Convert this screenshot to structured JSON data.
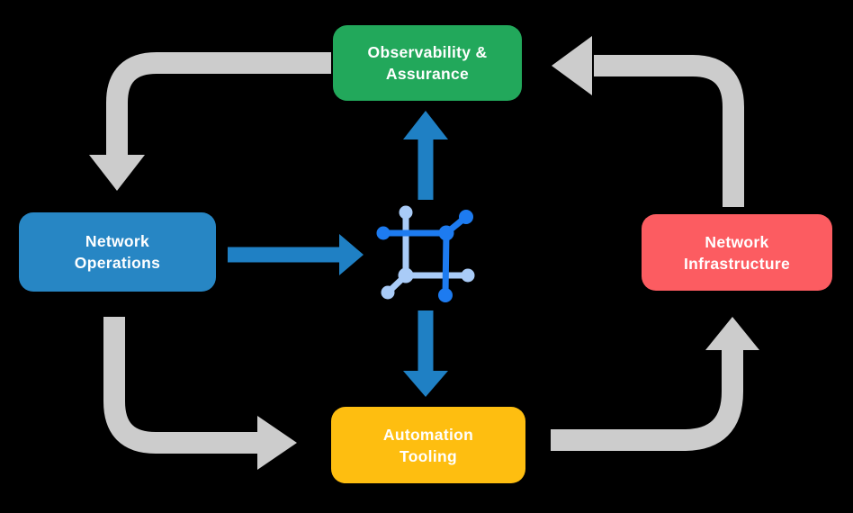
{
  "colors": {
    "background": "#000000",
    "text": "#FFFFFF",
    "arrow_gray": "#CCCCCC",
    "arrow_blue": "#1F80C4",
    "icon_dark_blue": "#1D7BF0",
    "icon_light_blue": "#A9CBF7",
    "node_green": "#22A85B",
    "node_blue": "#2786C4",
    "node_red": "#FC5C61",
    "node_yellow": "#FEBE10"
  },
  "diagram": {
    "nodes": [
      {
        "id": "observability-assurance",
        "lines": [
          "Observability &",
          "Assurance"
        ]
      },
      {
        "id": "network-operations",
        "lines": [
          "Network",
          "Operations"
        ]
      },
      {
        "id": "network-infrastructure",
        "lines": [
          "Network",
          "Infrastructure"
        ]
      },
      {
        "id": "automation-tooling",
        "lines": [
          "Automation",
          "Tooling"
        ]
      }
    ],
    "center_icon": "network-automation-icon"
  }
}
